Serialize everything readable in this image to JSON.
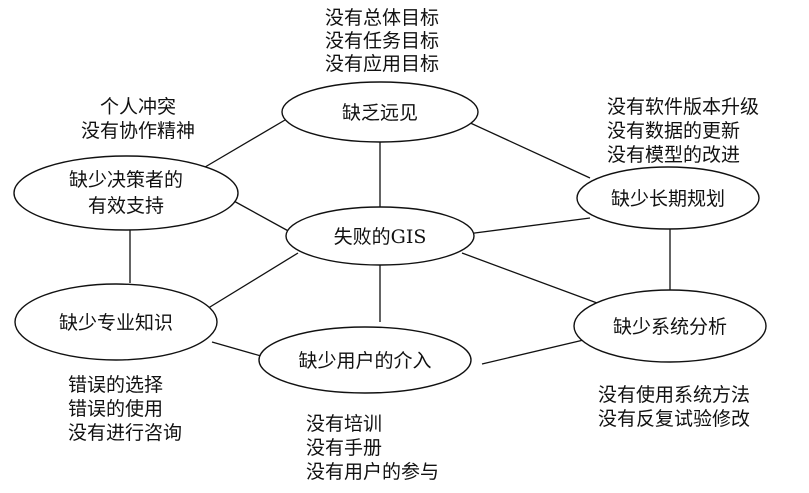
{
  "nodes": {
    "center": {
      "label": "失败的GIS"
    },
    "vision": {
      "label": "缺乏远见"
    },
    "decision": {
      "line1": "缺少决策者的",
      "line2": "有效支持"
    },
    "planning": {
      "label": "缺少长期规划"
    },
    "knowledge": {
      "label": "缺少专业知识"
    },
    "users": {
      "label": "缺少用户的介入"
    },
    "analysis": {
      "label": "缺少系统分析"
    }
  },
  "notes": {
    "vision": [
      "没有总体目标",
      "没有任务目标",
      "没有应用目标"
    ],
    "decision": [
      "个人冲突",
      "没有协作精神"
    ],
    "planning": [
      "没有软件版本升级",
      "没有数据的更新",
      "没有模型的改进"
    ],
    "knowledge": [
      "错误的选择",
      "错误的使用",
      "没有进行咨询"
    ],
    "users": [
      "没有培训",
      "没有手册",
      "没有用户的参与"
    ],
    "analysis": [
      "没有使用系统方法",
      "没有反复试验修改"
    ]
  }
}
